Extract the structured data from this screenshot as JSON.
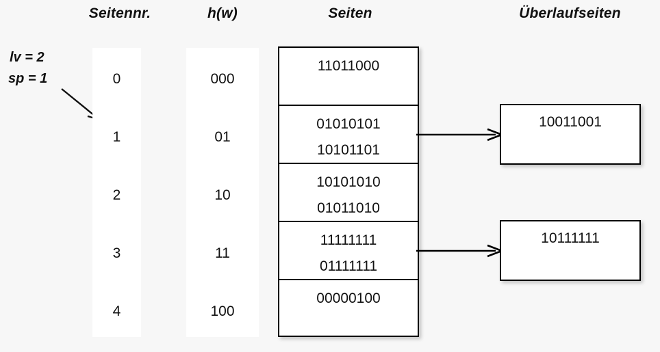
{
  "headers": {
    "page_number": "Seitennr.",
    "hash": "h(w)",
    "pages": "Seiten",
    "overflow_pages": "Überlaufseiten"
  },
  "parameters": {
    "lv": "lv = 2",
    "sp": "sp = 1"
  },
  "page_numbers": [
    "0",
    "1",
    "2",
    "3",
    "4"
  ],
  "hash_values": [
    "000",
    "01",
    "10",
    "11",
    "100"
  ],
  "pages": [
    {
      "records": [
        "11011000"
      ]
    },
    {
      "records": [
        "01010101",
        "10101101"
      ]
    },
    {
      "records": [
        "10101010",
        "01011010"
      ]
    },
    {
      "records": [
        "11111111",
        "01111111"
      ]
    },
    {
      "records": [
        "00000100"
      ]
    }
  ],
  "overflow_pages": [
    {
      "record": "10011001",
      "from_page": "1"
    },
    {
      "record": "10111111",
      "from_page": "3"
    }
  ],
  "colors": {
    "background": "#f7f7f7",
    "surface": "#ffffff",
    "stroke": "#000000",
    "text": "#111111"
  }
}
